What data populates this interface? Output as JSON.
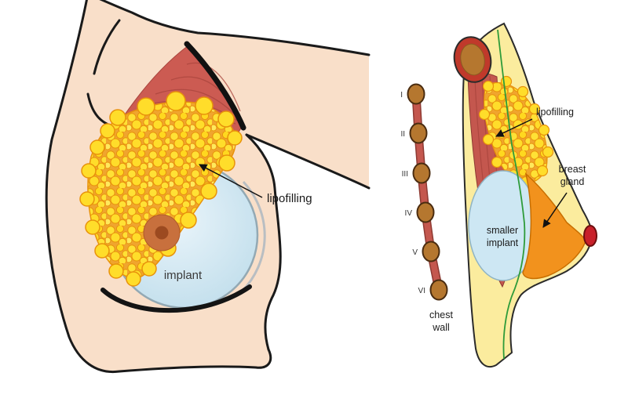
{
  "figure": {
    "left_panel": {
      "labels": {
        "lipofilling": "lipofilling",
        "implant": "implant"
      }
    },
    "right_panel": {
      "labels": {
        "lipofilling": "lipofilling",
        "breast_gland": [
          "breast",
          "gland"
        ],
        "smaller_implant": [
          "smaller",
          "implant"
        ],
        "chest_wall": [
          "chest",
          "wall"
        ]
      },
      "rib_levels": [
        "I",
        "II",
        "III",
        "IV",
        "V",
        "VI"
      ]
    },
    "colors": {
      "skin": "#F9DFC9",
      "fat_yellow": "#FFDD2A",
      "fat_outline": "#E8920B",
      "fat_mortar": "#F0A52E",
      "muscle_red": "#C4574E",
      "implant_blue": "#CDE7F3",
      "gland_orange": "#F2921D",
      "rib_brown": "#B5772F",
      "nipple_red": "#C8202A",
      "fascia_green": "#2E9B3A",
      "section_yellow": "#FBEC9E",
      "outline_dark": "#1a1a1a"
    }
  }
}
